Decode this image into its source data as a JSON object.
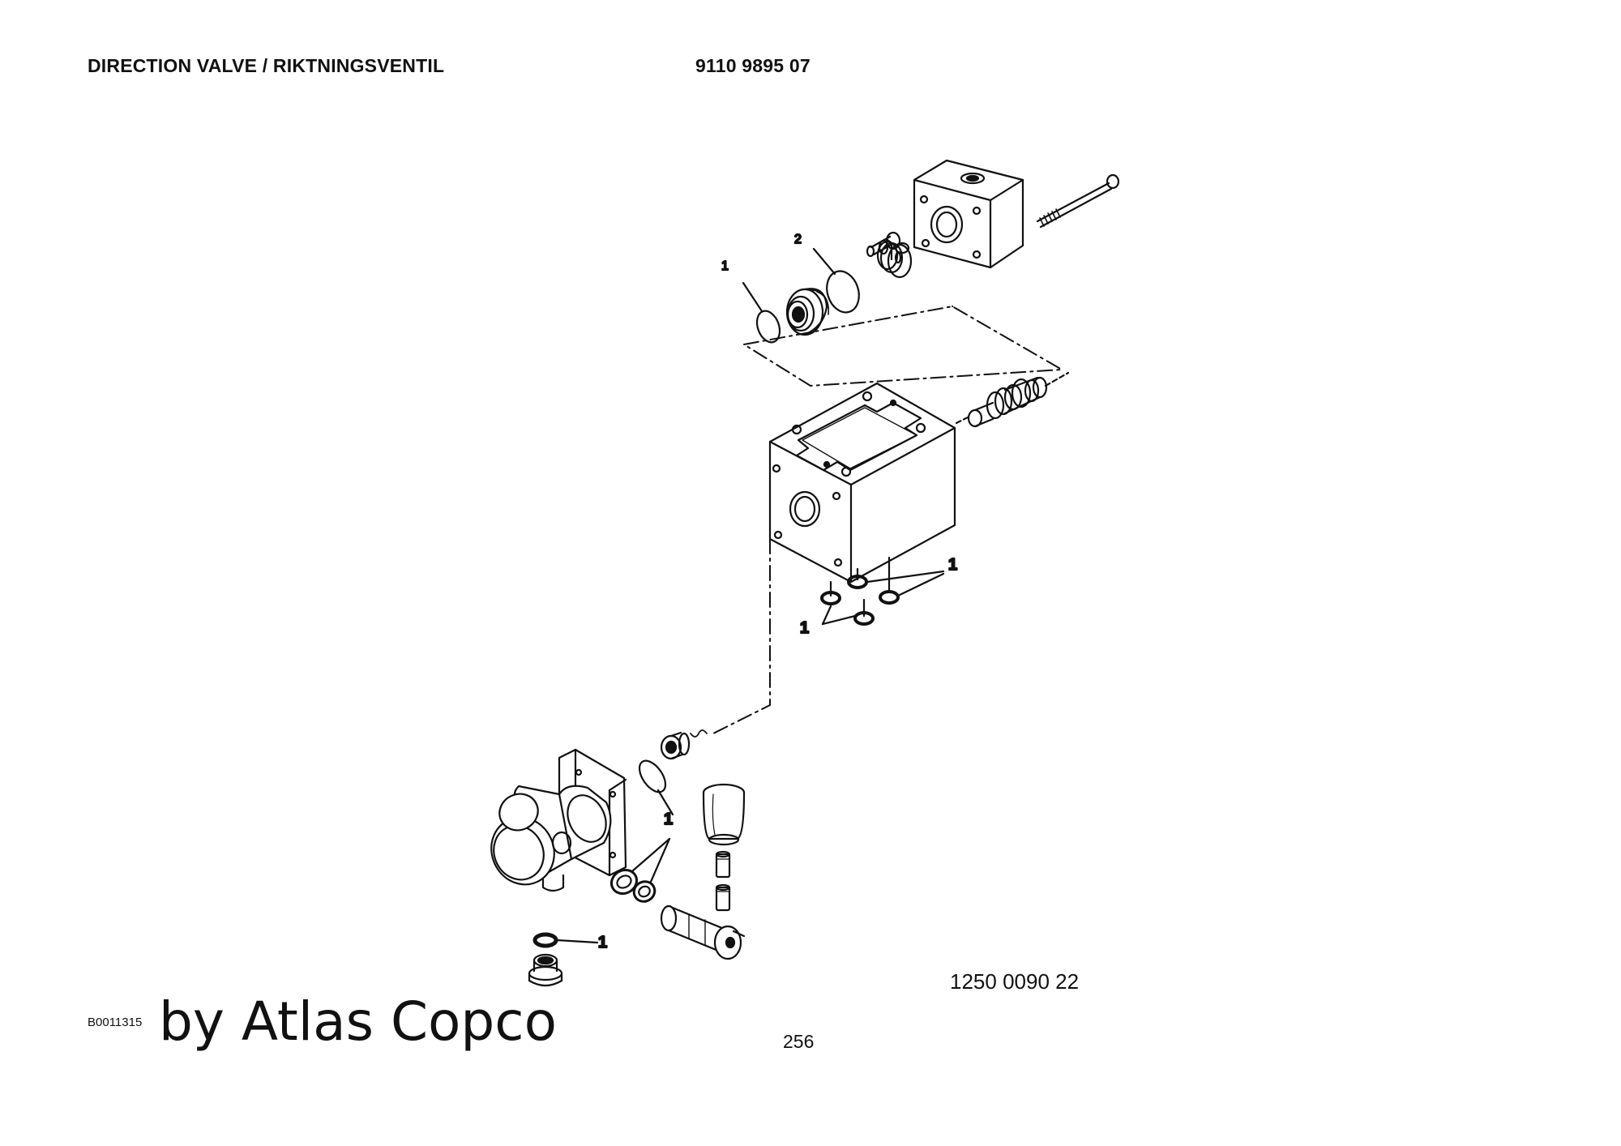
{
  "header": {
    "title": "DIRECTION VALVE / RIKTNINGSVENTIL",
    "part_number": "9110 9895 07"
  },
  "callouts": {
    "top_1": "1",
    "top_2": "2",
    "mid_right_1": "1",
    "mid_left_1": "1",
    "low_1": "1",
    "bottom_1": "1"
  },
  "footer": {
    "drawing_number": "1250 0090 22",
    "doc_id": "B0011315",
    "brand": "by Atlas Copco",
    "page": "256"
  }
}
